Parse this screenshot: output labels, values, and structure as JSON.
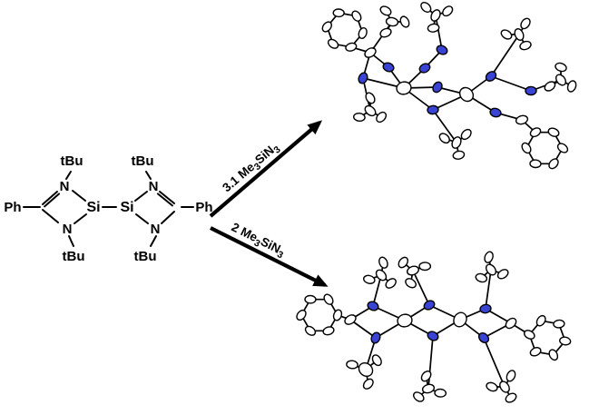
{
  "scheme": {
    "reactant": {
      "ph": "Ph",
      "si": "Si",
      "n": "N",
      "tbu": "tBu"
    },
    "arrows": {
      "top": {
        "p1": "3.1 Me",
        "s1": "3",
        "p2": "SiN",
        "s2": "3"
      },
      "bottom": {
        "p1": "2 Me",
        "s1": "3",
        "p2": "SiN",
        "s2": "3"
      }
    }
  },
  "colors": {
    "nitrogen": "#3a44d4",
    "bond": "#000000",
    "background": "#ffffff"
  }
}
